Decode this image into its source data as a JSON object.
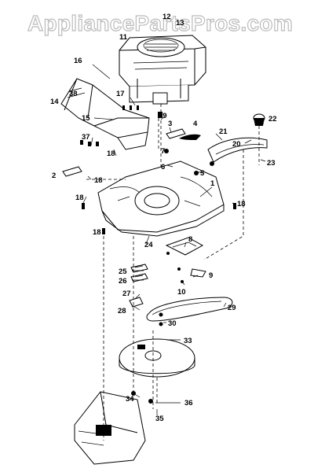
{
  "watermark": "AppliancePartsPros.com",
  "callouts": {
    "c1": "1",
    "c2": "2",
    "c3": "3",
    "c4": "4",
    "c5": "5",
    "c6": "6",
    "c7": "7",
    "c8": "8",
    "c9": "9",
    "c10": "10",
    "c11": "11",
    "c12": "12",
    "c13": "13",
    "c14": "14",
    "c15": "15",
    "c16": "16",
    "c17": "17",
    "c18a": "18",
    "c18b": "18",
    "c18c": "18",
    "c18d": "18",
    "c18e": "18",
    "c19": "19",
    "c20": "20",
    "c21": "21",
    "c22": "22",
    "c23": "23",
    "c24": "24",
    "c25": "25",
    "c26": "26",
    "c27": "27",
    "c28": "28",
    "c29": "29",
    "c30": "30",
    "c33": "33",
    "c34": "34",
    "c35": "35",
    "c36": "36",
    "c37": "37",
    "c38": "38"
  }
}
